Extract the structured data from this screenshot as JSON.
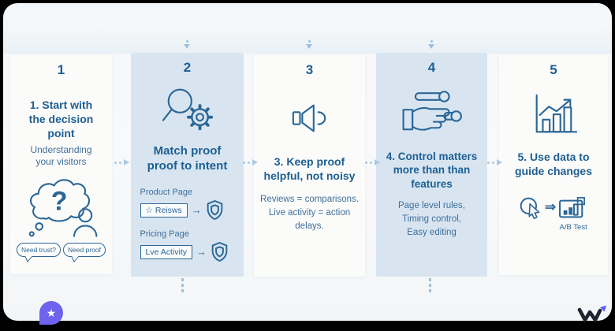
{
  "colors": {
    "accent_dark": "#1d5f93",
    "body_text": "#3f6f9a",
    "icon_stroke": "#2b6796",
    "highlight_column": "#d8e5f1",
    "white_column": "#fbfbfa",
    "panel_background": "#f7f8f9",
    "connector": "#a9cbe3",
    "badge_purple": "#6e62ee",
    "logo_dark": "#20242e",
    "logo_accent": "#5b5ef4"
  },
  "columns": [
    {
      "number": "1",
      "heading": "1. Start with the decision point",
      "subtitle": "Understanding your visitors",
      "bubbles": [
        "Need trust?",
        "Need proof"
      ]
    },
    {
      "number": "2",
      "heading": "Match proof proof to intent",
      "arrow_glyph": "→",
      "rows": [
        {
          "label": "Product Page",
          "chip_prefix": "☆",
          "chip": "Reisws"
        },
        {
          "label": "Pricing Page",
          "chip_prefix": "",
          "chip": "Lve Activity"
        }
      ]
    },
    {
      "number": "3",
      "heading": "3. Keep proof helpful, not noisy",
      "body": "Reviews = comparisons.\nLive activity = action delays."
    },
    {
      "number": "4",
      "heading": "4. Control matters more than than features",
      "body": "Page level rules,\nTiming control,\nEasy editing"
    },
    {
      "number": "5",
      "heading": "5. Use data to guide changes",
      "arrow_glyph": "⇒",
      "caption": "A/B Test"
    }
  ],
  "icons": {
    "col1": "thought-bubble-question-icon",
    "col2": "magnifier-gear-icon",
    "col3": "speaker-icon",
    "col4": "hand-sliders-icon",
    "col5": "growth-chart-icon",
    "shield": "shield-icon",
    "cursor": "cursor-click-icon",
    "mini_chart": "ab-test-chart-icon",
    "badge": "star-icon",
    "logo": "w-logo"
  },
  "badge": {
    "star_glyph": "★"
  }
}
